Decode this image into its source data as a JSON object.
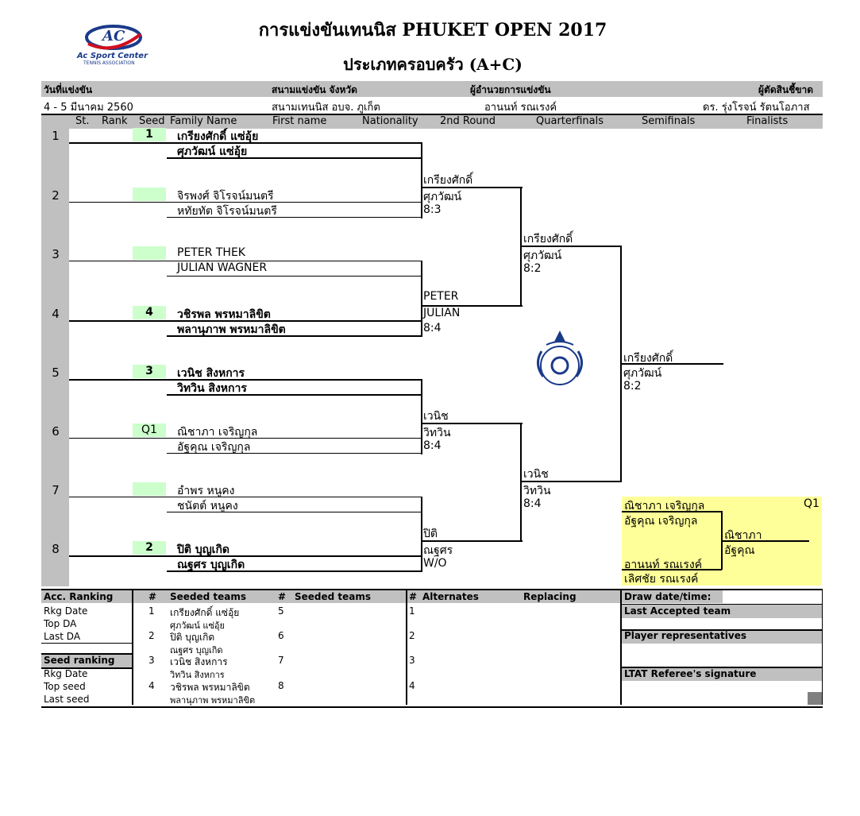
{
  "header": {
    "title": "การแข่งขันเทนนิส  PHUKET  OPEN  2017",
    "subtitle": "ประเภทครอบครัว  (A+C)",
    "logo_text": "AC",
    "logo_line1": "Ac Sport Center",
    "logo_line2": "TENNIS ASSOCIATION"
  },
  "info": {
    "date_label": "วันที่แข่งขัน",
    "date_value": "4 - 5  มีนาคม  2560",
    "venue_label": "สนามแข่งขัน จังหวัด",
    "venue_value": "สนามเทนนิส อบจ. ภูเก็ต",
    "director_label": "ผู้อำนวยการแข่งขัน",
    "director_value": "อานนท์  รณเรงค์",
    "referee_label": "ผู้ตัดสินชี้ขาด",
    "referee_value": "ดร. รุ่งโรจน์  รัตนโอภาส"
  },
  "columns": [
    "St.",
    "Rank",
    "Seed",
    "Family Name",
    "First name",
    "Nationality",
    "2nd Round",
    "Quarterfinals",
    "Semifinals",
    "Finalists"
  ],
  "draw": [
    {
      "num": "1",
      "seed": "1",
      "p1": "เกรียงศักดิ์  แซ่อุ้ย",
      "p2": "ศุภวัฒน์  แซ่อุ้ย",
      "bold": true
    },
    {
      "num": "2",
      "seed": "",
      "p1": "จิรพงศ์  จิโรจน์มนตรี",
      "p2": "หทัยทัต  จิโรจน์มนตรี",
      "bold": false
    },
    {
      "num": "3",
      "seed": "",
      "p1": "PETER  THEK",
      "p2": "JULIAN  WAGNER",
      "bold": false
    },
    {
      "num": "4",
      "seed": "4",
      "p1": "วชิรพล  พรหมาลิขิต",
      "p2": "พลานุภาพ  พรหมาลิขิต",
      "bold": true
    },
    {
      "num": "5",
      "seed": "3",
      "p1": "เวนิช  สิงหการ",
      "p2": "วิทวิน  สิงหการ",
      "bold": true
    },
    {
      "num": "6",
      "seed": "Q1",
      "p1": "ณิชาภา  เจริญกุล",
      "p2": "อัฐคุณ  เจริญกุล",
      "bold": false
    },
    {
      "num": "7",
      "seed": "",
      "p1": "อำพร   หนูคง",
      "p2": "ชนัตต์  หนูคง",
      "bold": false
    },
    {
      "num": "8",
      "seed": "2",
      "p1": "ปิติ  บุญเกิด",
      "p2": "ณฐศร  บุญเกิด",
      "bold": true
    }
  ],
  "round2": [
    {
      "a": "เกรียงศักดิ์",
      "b": "ศุภวัฒน์",
      "score": "8:3"
    },
    {
      "a": "PETER",
      "b": "JULIAN",
      "score": "8:4"
    },
    {
      "a": "เวนิช",
      "b": "วิทวิน",
      "score": "8:4"
    },
    {
      "a": "ปิติ",
      "b": "ณฐศร",
      "score": "W/O"
    }
  ],
  "quarter": [
    {
      "a": "เกรียงศักดิ์",
      "b": "ศุภวัฒน์",
      "score": "8:2"
    },
    {
      "a": "เวนิช",
      "b": "วิทวิน",
      "score": "8:4"
    }
  ],
  "semi": {
    "a": "เกรียงศักดิ์",
    "b": "ศุภวัฒน์",
    "score": "8:2"
  },
  "yellow_box": {
    "q_team1": "ณิชาภา  เจริญกุล",
    "q_team2": "อัฐคุณ  เจริญกุล",
    "q_label": "Q1",
    "q_winner_a": "ณิชาภา",
    "q_winner_b": "อัฐคุณ",
    "q_team3": "อานนท์  รณเรงค์",
    "q_team4": "เลิศชัย  รณเรงค์"
  },
  "footer": {
    "acc_ranking": "Acc. Ranking",
    "rkg_date": "Rkg Date",
    "top_da": "Top DA",
    "last_da": "Last DA",
    "seed_ranking": "Seed ranking",
    "rkg_date2": "Rkg Date",
    "top_seed": "Top seed",
    "last_seed": "Last seed",
    "hash": "#",
    "seeded_teams": "Seeded teams",
    "alternates": "Alternates",
    "replacing": "Replacing",
    "seeds": [
      {
        "n": "1",
        "a": "เกรียงศักดิ์  แซ่อุ้ย",
        "b": "ศุภวัฒน์  แซ่อุ้ย"
      },
      {
        "n": "2",
        "a": "ปิติ  บุญเกิด",
        "b": "ณฐศร  บุญเกิด"
      },
      {
        "n": "3",
        "a": "เวนิช  สิงหการ",
        "b": "วิทวิน  สิงหการ"
      },
      {
        "n": "4",
        "a": "วชิรพล  พรหมาลิขิต",
        "b": "พลานุภาพ  พรหมาลิขิต"
      }
    ],
    "seeds2": [
      "5",
      "6",
      "7",
      "8"
    ],
    "alt_nums": [
      "1",
      "2",
      "3",
      "4"
    ],
    "draw_date": "Draw date/time:",
    "last_accepted": "Last Accepted team",
    "player_reps": "Player representatives",
    "referee_sig": "LTAT Referee's signature"
  }
}
